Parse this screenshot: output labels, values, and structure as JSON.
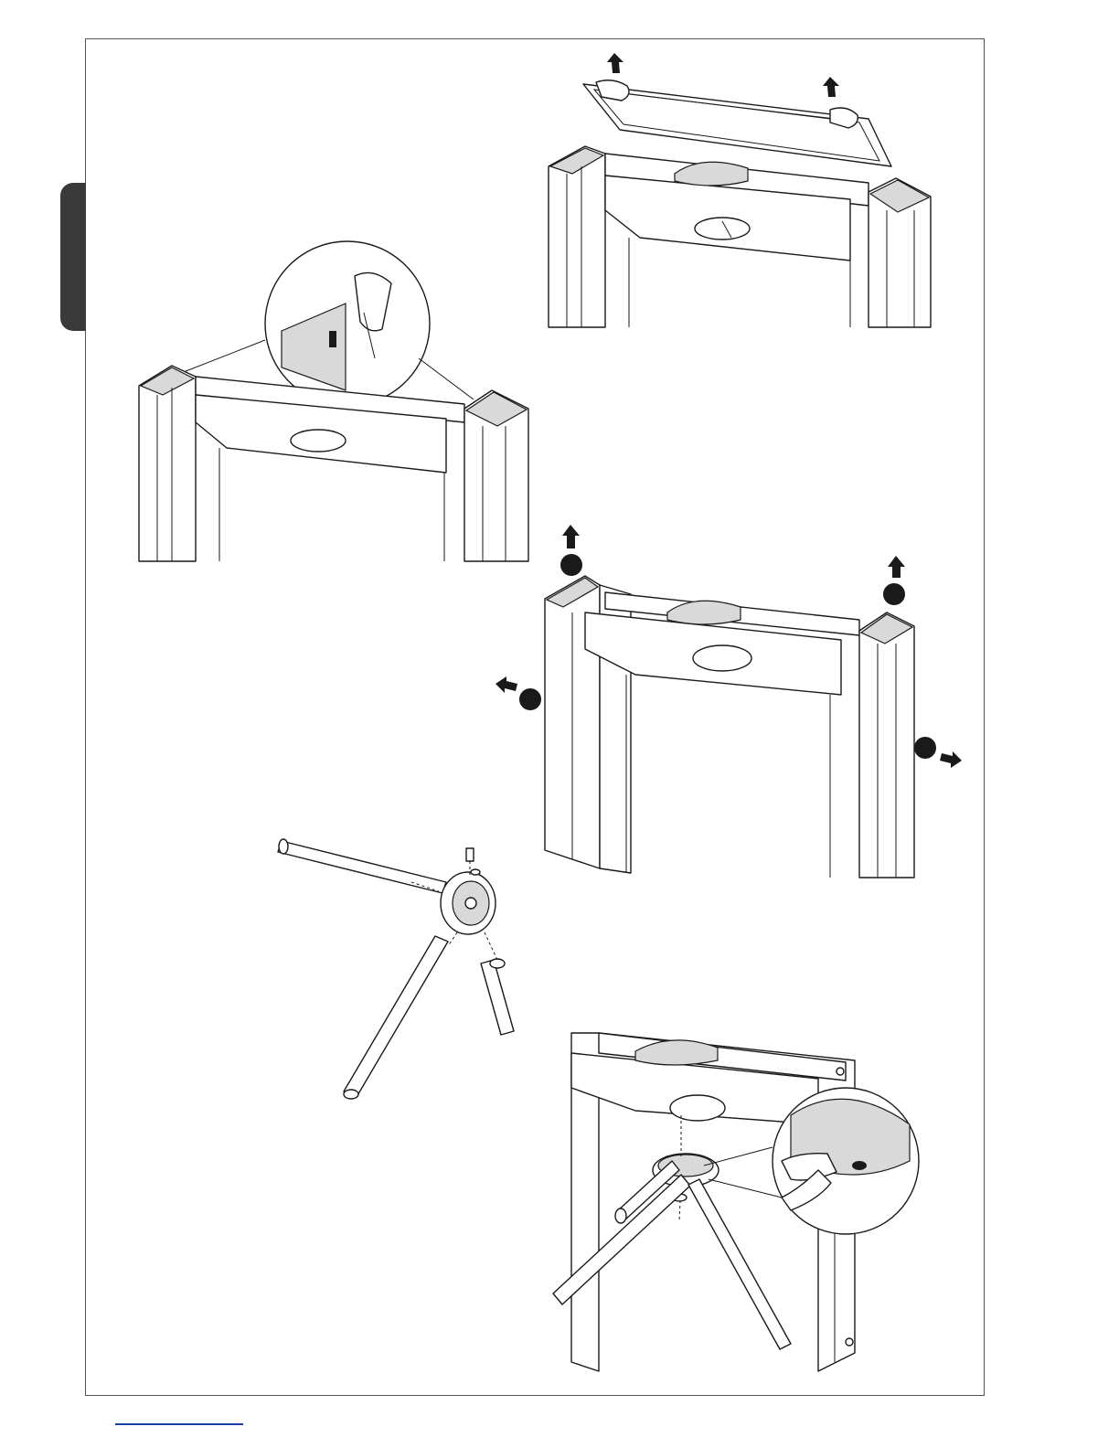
{
  "page": {
    "accent": "#3a3a3a",
    "footer_rule_color": "#1a3fa8",
    "frame_color": "#555555"
  },
  "figures": [
    {
      "id": "fig-remove-top-cover",
      "description_icon": "top-cover-lift-illustration"
    },
    {
      "id": "fig-disconnect-connector",
      "description_icon": "connector-detail-illustration"
    },
    {
      "id": "fig-remove-side-panels",
      "description_icon": "side-panels-illustration"
    },
    {
      "id": "fig-tripod-arms",
      "description_icon": "tripod-arms-illustration"
    },
    {
      "id": "fig-fit-tripod",
      "description_icon": "tripod-mounting-illustration"
    }
  ]
}
